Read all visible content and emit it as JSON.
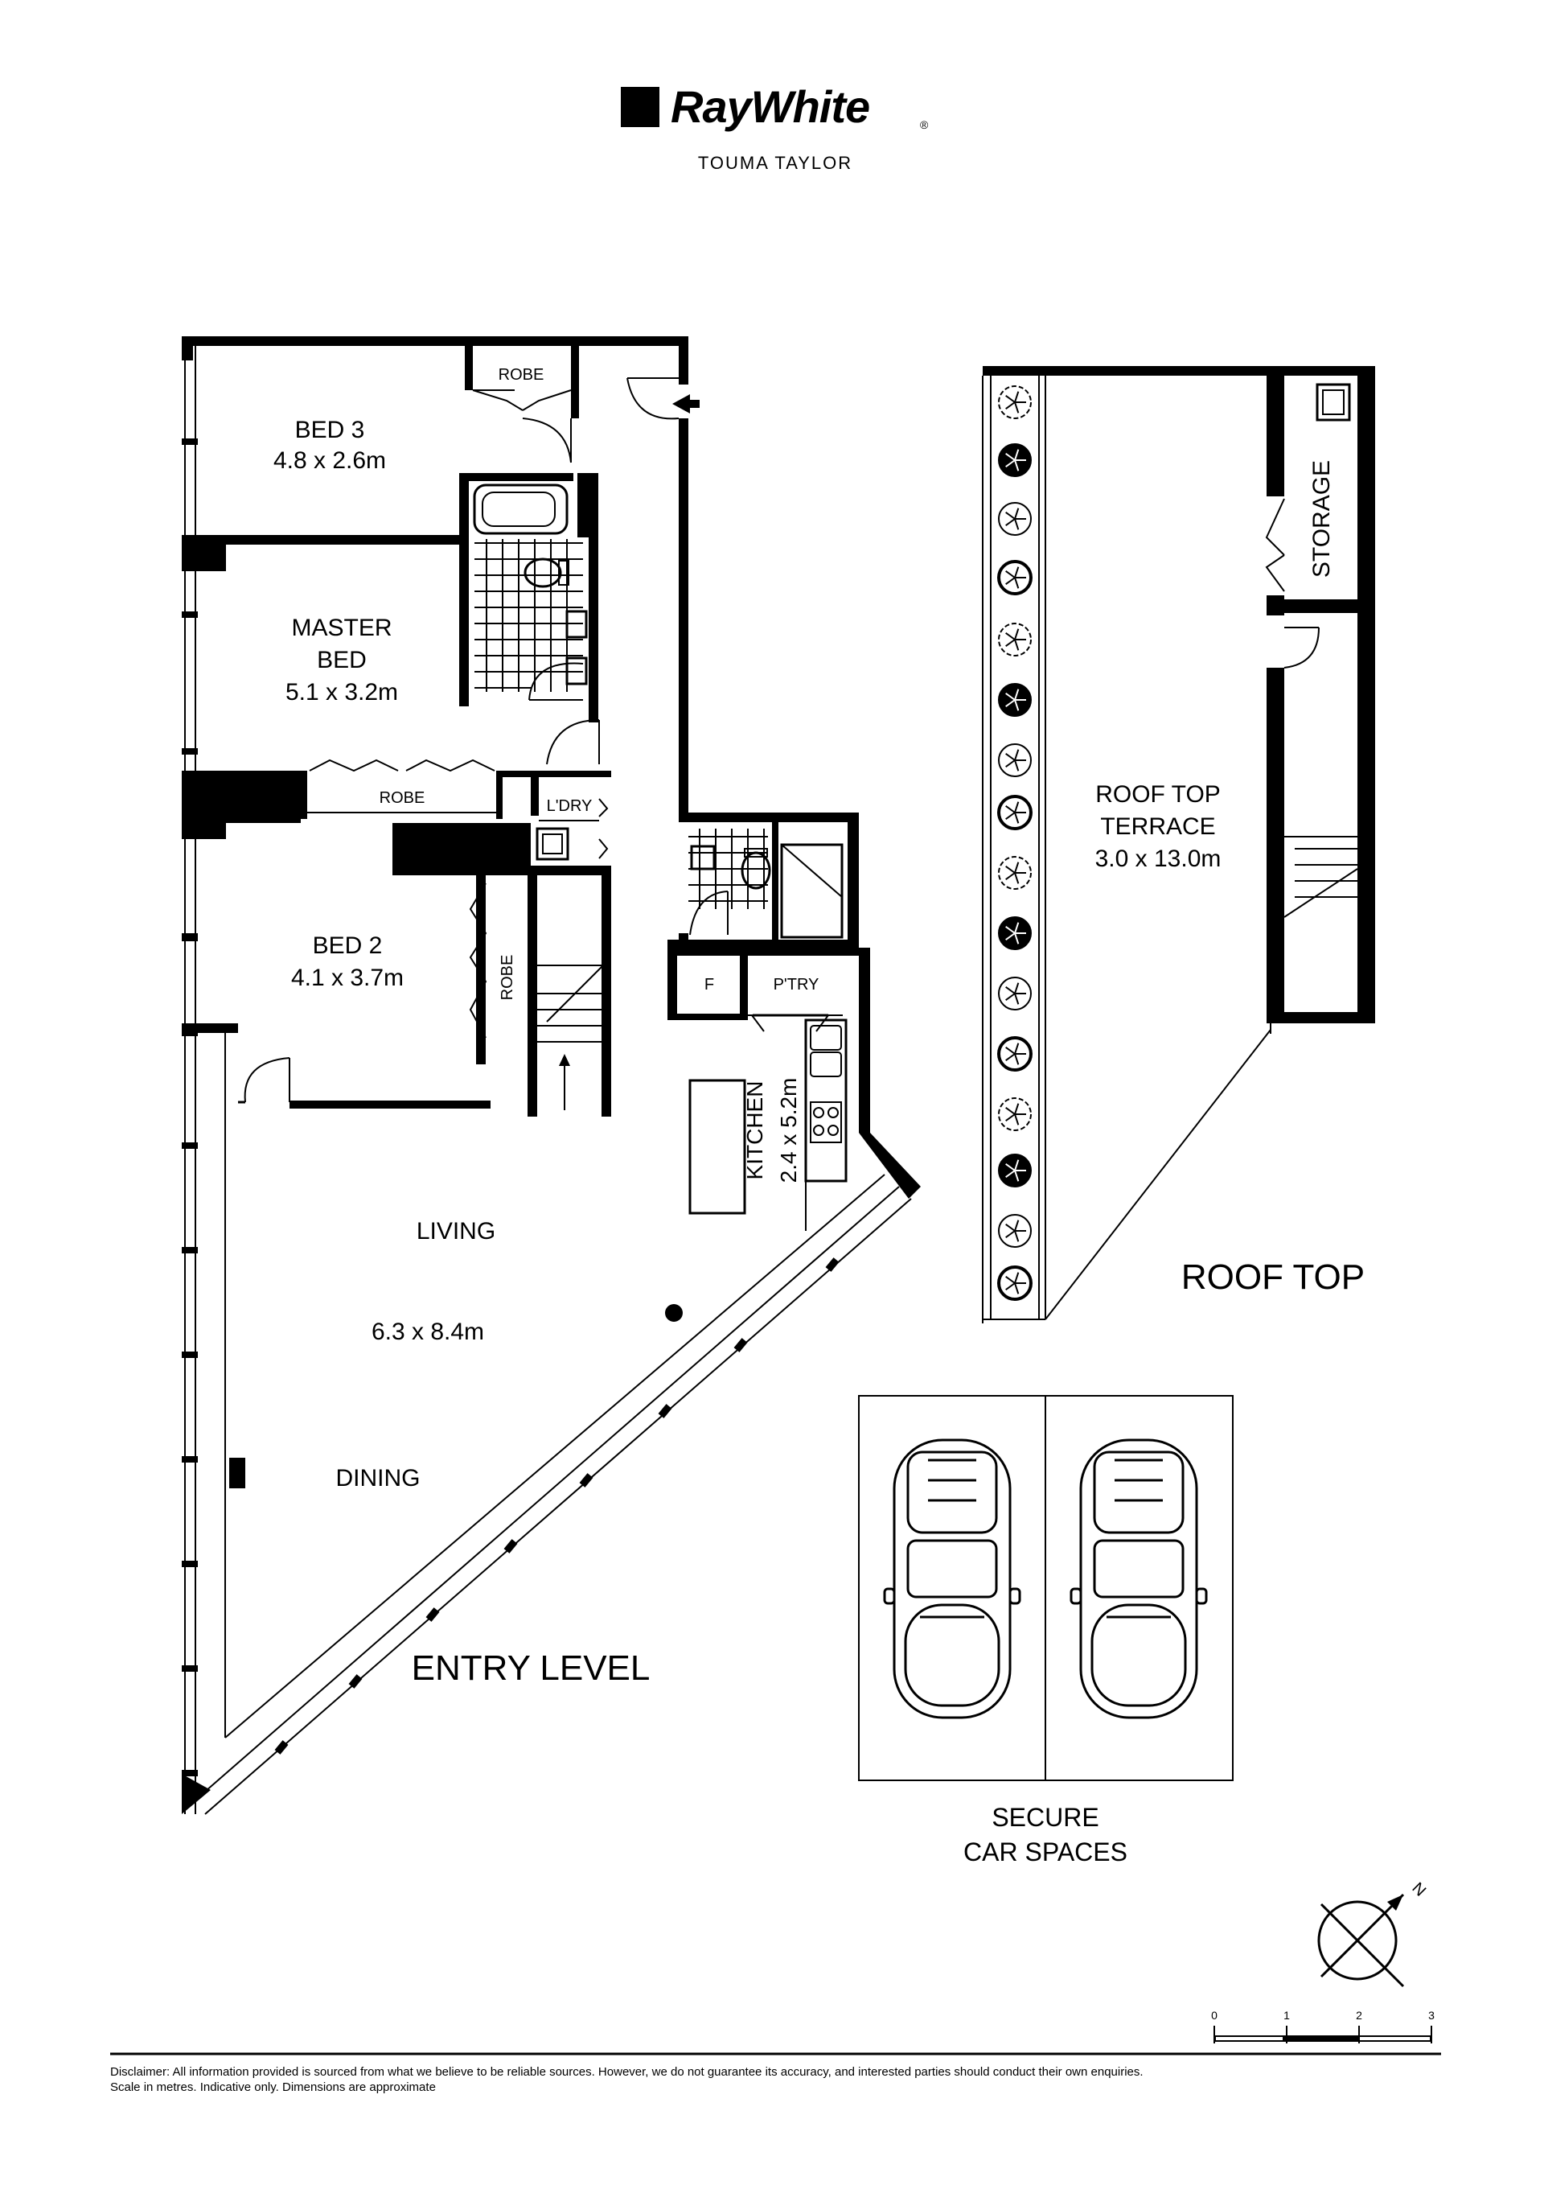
{
  "brand": {
    "name": "RayWhite",
    "registered_mark": "®",
    "office": "TOUMA TAYLOR"
  },
  "entry_level": {
    "level_title": "ENTRY LEVEL",
    "rooms": {
      "bed3": {
        "name": "BED 3",
        "dims": "4.8 x 2.6m"
      },
      "robe_top": {
        "name": "ROBE"
      },
      "master": {
        "name_line1": "MASTER",
        "name_line2": "BED",
        "dims": "5.1 x 3.2m"
      },
      "robe_mid": {
        "name": "ROBE"
      },
      "laundry": {
        "name": "L'DRY"
      },
      "bed2": {
        "name": "BED 2",
        "dims": "4.1 x 3.7m"
      },
      "robe_bed2": {
        "name": "ROBE"
      },
      "fridge": {
        "name": "F"
      },
      "pantry": {
        "name": "P'TRY"
      },
      "kitchen": {
        "name": "KITCHEN",
        "dims": "2.4 x 5.2m"
      },
      "living": {
        "name": "LIVING",
        "dims": "6.3 x 8.4m"
      },
      "dining": {
        "name": "DINING"
      }
    }
  },
  "roof_top": {
    "level_title": "ROOF TOP",
    "terrace": {
      "name_line1": "ROOF TOP",
      "name_line2": "TERRACE",
      "dims": "3.0 x 13.0m"
    },
    "storage": {
      "name": "STORAGE"
    }
  },
  "parking": {
    "label_line1": "SECURE",
    "label_line2": "CAR SPACES",
    "spaces": 2
  },
  "compass": {
    "north_label": "N"
  },
  "scale_bar": {
    "ticks": [
      "0",
      "1",
      "2",
      "3"
    ]
  },
  "disclaimer": {
    "line1": "Disclaimer: All information provided is sourced from what we believe to be reliable sources. However, we do not guarantee  its   accuracy, and interested parties should conduct their own enquiries.",
    "line2": "Scale in metres. Indicative only. Dimensions are approximate"
  },
  "colors": {
    "ink": "#000000",
    "paper": "#ffffff",
    "hatch": "#000000"
  }
}
